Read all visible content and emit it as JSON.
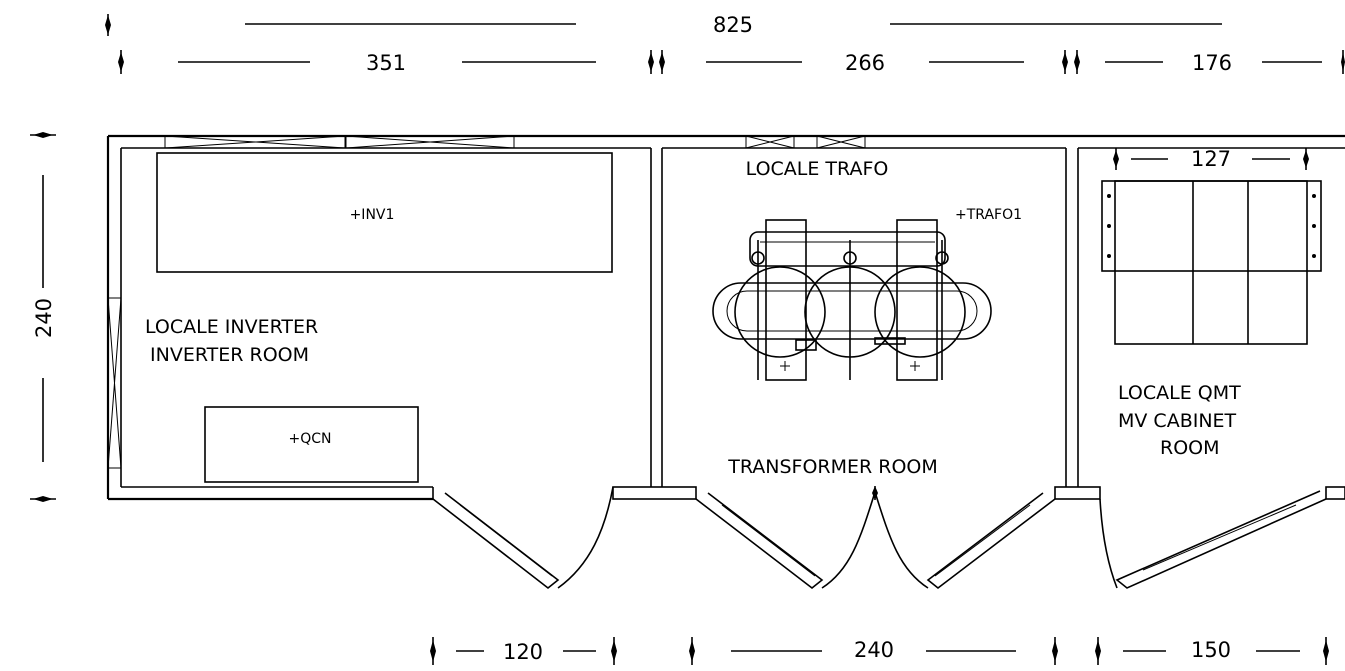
{
  "dimensions": {
    "overall": "825",
    "inverter_room_width": "351",
    "trafo_room_width": "266",
    "mv_room_width": "176",
    "height": "240",
    "cabinet_width": "127",
    "door_inverter": "120",
    "door_trafo": "240",
    "door_mv": "150"
  },
  "rooms": {
    "inverter": {
      "line1": "LOCALE INVERTER",
      "line2": "INVERTER ROOM"
    },
    "trafo": {
      "title": "LOCALE TRAFO",
      "subtitle": "TRANSFORMER ROOM"
    },
    "mv": {
      "line1": "LOCALE QMT",
      "line2": "MV CABINET",
      "line3": "ROOM"
    }
  },
  "equipment": {
    "inverter": "+INV1",
    "qcn": "+QCN",
    "transformer": "+TRAFO1"
  }
}
